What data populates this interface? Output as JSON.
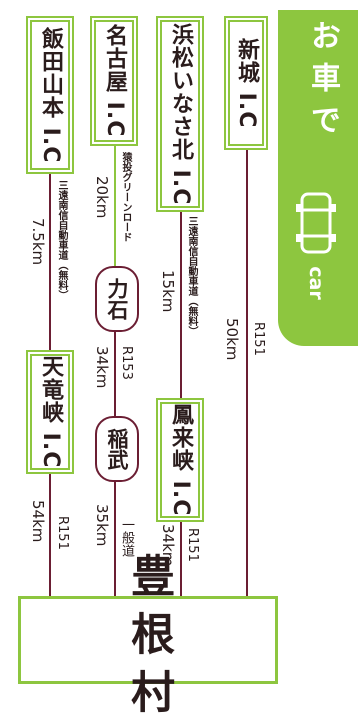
{
  "tab": {
    "title": "お車で",
    "subtitle": "car",
    "icon": "car-icon"
  },
  "colors": {
    "green": "#8dc63f",
    "line": "#6b1e33"
  },
  "routes": {
    "r1": {
      "start": "新城 I.C",
      "road": "R151",
      "distance": "50km"
    },
    "r2": {
      "start": "浜松いなさ北 I.C",
      "road1": "三遠南信自動車道（無料）",
      "dist1": "15km",
      "via": "鳳来峡 I.C",
      "road2": "R151",
      "dist2": "34km"
    },
    "r3": {
      "start": "名古屋 I.C",
      "road1": "猿投グリーンロード",
      "dist1": "20km",
      "via1": "力石",
      "road2": "R153",
      "dist2": "34km",
      "via2": "稲武",
      "road3": "一般道",
      "dist3": "35km"
    },
    "r4": {
      "start": "飯田山本 I.C",
      "road1": "三遠南信自動車道（無料）",
      "dist1": "7.5km",
      "via": "天竜峡 I.C",
      "road2": "R151",
      "dist2": "54km"
    }
  },
  "destination": "豊根村"
}
